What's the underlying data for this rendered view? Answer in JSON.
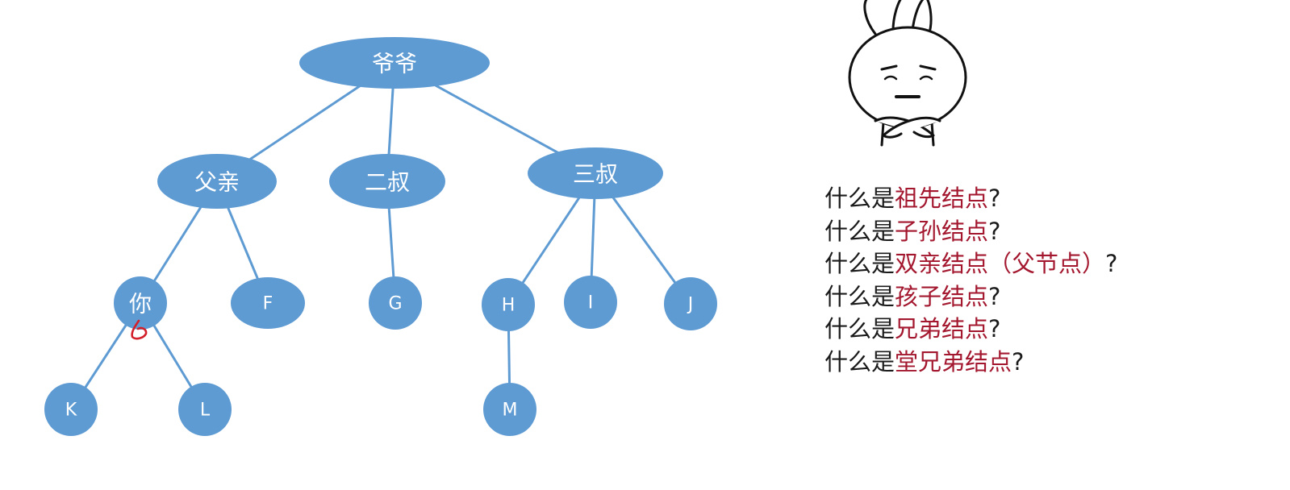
{
  "tree": {
    "nodes": [
      {
        "id": "yeye",
        "label": "爷爷",
        "shape": "ellipse"
      },
      {
        "id": "fuqin",
        "label": "父亲",
        "shape": "ellipse"
      },
      {
        "id": "ershu",
        "label": "二叔",
        "shape": "ellipse"
      },
      {
        "id": "sanshu",
        "label": "三叔",
        "shape": "ellipse"
      },
      {
        "id": "ni",
        "label": "你",
        "shape": "circle"
      },
      {
        "id": "F",
        "label": "F",
        "shape": "circle"
      },
      {
        "id": "G",
        "label": "G",
        "shape": "circle"
      },
      {
        "id": "H",
        "label": "H",
        "shape": "circle"
      },
      {
        "id": "I",
        "label": "I",
        "shape": "circle"
      },
      {
        "id": "J",
        "label": "J",
        "shape": "circle"
      },
      {
        "id": "K",
        "label": "K",
        "shape": "circle"
      },
      {
        "id": "L",
        "label": "L",
        "shape": "circle"
      },
      {
        "id": "M",
        "label": "M",
        "shape": "circle"
      }
    ],
    "edges": [
      [
        "yeye",
        "fuqin"
      ],
      [
        "yeye",
        "ershu"
      ],
      [
        "yeye",
        "sanshu"
      ],
      [
        "fuqin",
        "ni"
      ],
      [
        "fuqin",
        "F"
      ],
      [
        "ershu",
        "G"
      ],
      [
        "sanshu",
        "H"
      ],
      [
        "sanshu",
        "I"
      ],
      [
        "sanshu",
        "J"
      ],
      [
        "ni",
        "K"
      ],
      [
        "ni",
        "L"
      ],
      [
        "H",
        "M"
      ]
    ],
    "marker_color": "#d21f2a",
    "node_color": "#5f9bd3"
  },
  "questions": [
    {
      "prefix": "什么是",
      "key": "祖先结点",
      "suffix": "?"
    },
    {
      "prefix": "什么是",
      "key": "子孙结点",
      "suffix": "?"
    },
    {
      "prefix": "什么是",
      "key": "双亲结点（父节点）",
      "suffix": "?"
    },
    {
      "prefix": "什么是",
      "key": "孩子结点",
      "suffix": "?"
    },
    {
      "prefix": "什么是",
      "key": "兄弟结点",
      "suffix": "?"
    },
    {
      "prefix": "什么是",
      "key": "堂兄弟结点",
      "suffix": "?"
    }
  ],
  "colors": {
    "key_text": "#a3172f",
    "plain_text": "#1a1a1a"
  },
  "illustration": "thinking-rabbit-icon"
}
